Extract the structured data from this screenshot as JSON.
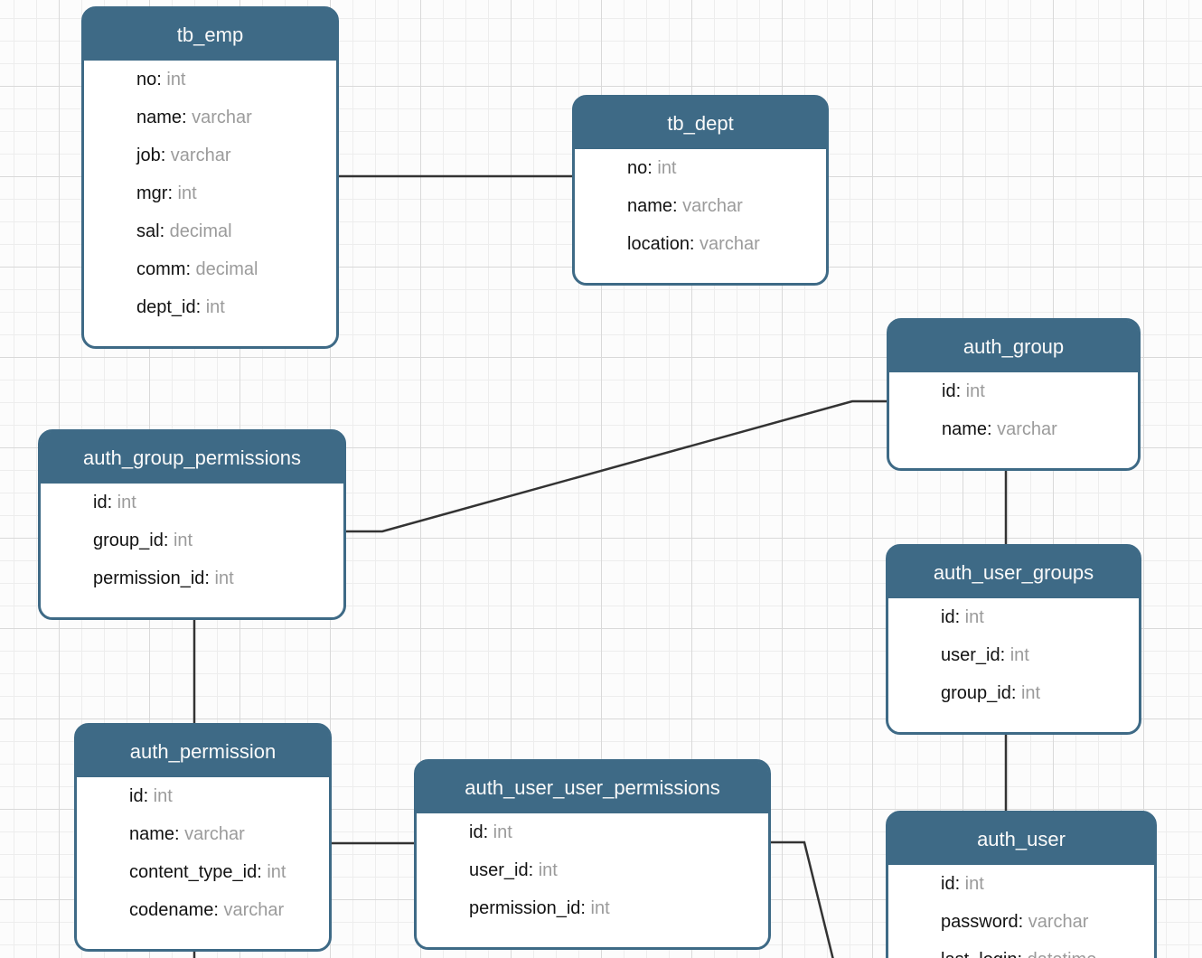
{
  "diagram": {
    "kind": "database-er-diagram",
    "colors": {
      "table_header": "#3e6a86",
      "table_border": "#3e6a86",
      "table_body": "#ffffff",
      "field_name": "#121212",
      "field_type": "#9b9b9b",
      "connector": "#333333",
      "grid_minor": "#ededed",
      "grid_major": "#d9d9d9"
    },
    "tables": [
      {
        "name": "tb_emp",
        "fields": [
          {
            "name": "no",
            "type": "int"
          },
          {
            "name": "name",
            "type": "varchar"
          },
          {
            "name": "job",
            "type": "varchar"
          },
          {
            "name": "mgr",
            "type": "int"
          },
          {
            "name": "sal",
            "type": "decimal"
          },
          {
            "name": "comm",
            "type": "decimal"
          },
          {
            "name": "dept_id",
            "type": "int"
          }
        ]
      },
      {
        "name": "tb_dept",
        "fields": [
          {
            "name": "no",
            "type": "int"
          },
          {
            "name": "name",
            "type": "varchar"
          },
          {
            "name": "location",
            "type": "varchar"
          }
        ]
      },
      {
        "name": "auth_group",
        "fields": [
          {
            "name": "id",
            "type": "int"
          },
          {
            "name": "name",
            "type": "varchar"
          }
        ]
      },
      {
        "name": "auth_group_permissions",
        "fields": [
          {
            "name": "id",
            "type": "int"
          },
          {
            "name": "group_id",
            "type": "int"
          },
          {
            "name": "permission_id",
            "type": "int"
          }
        ]
      },
      {
        "name": "auth_user_groups",
        "fields": [
          {
            "name": "id",
            "type": "int"
          },
          {
            "name": "user_id",
            "type": "int"
          },
          {
            "name": "group_id",
            "type": "int"
          }
        ]
      },
      {
        "name": "auth_permission",
        "fields": [
          {
            "name": "id",
            "type": "int"
          },
          {
            "name": "name",
            "type": "varchar"
          },
          {
            "name": "content_type_id",
            "type": "int"
          },
          {
            "name": "codename",
            "type": "varchar"
          }
        ]
      },
      {
        "name": "auth_user_user_permissions",
        "fields": [
          {
            "name": "id",
            "type": "int"
          },
          {
            "name": "user_id",
            "type": "int"
          },
          {
            "name": "permission_id",
            "type": "int"
          }
        ]
      },
      {
        "name": "auth_user",
        "fields": [
          {
            "name": "id",
            "type": "int"
          },
          {
            "name": "password",
            "type": "varchar"
          },
          {
            "name": "last_login",
            "type": "datetime"
          }
        ]
      }
    ],
    "relations": [
      {
        "from": "tb_emp",
        "to": "tb_dept"
      },
      {
        "from": "auth_group_permissions",
        "to": "auth_group"
      },
      {
        "from": "auth_group",
        "to": "auth_user_groups"
      },
      {
        "from": "auth_user_groups",
        "to": "auth_user"
      },
      {
        "from": "auth_group_permissions",
        "to": "auth_permission"
      },
      {
        "from": "auth_permission",
        "to": "auth_user_user_permissions"
      },
      {
        "from": "auth_user_user_permissions",
        "to": "off_canvas_bottom"
      },
      {
        "from": "auth_permission",
        "to": "off_canvas_bottom"
      }
    ]
  }
}
